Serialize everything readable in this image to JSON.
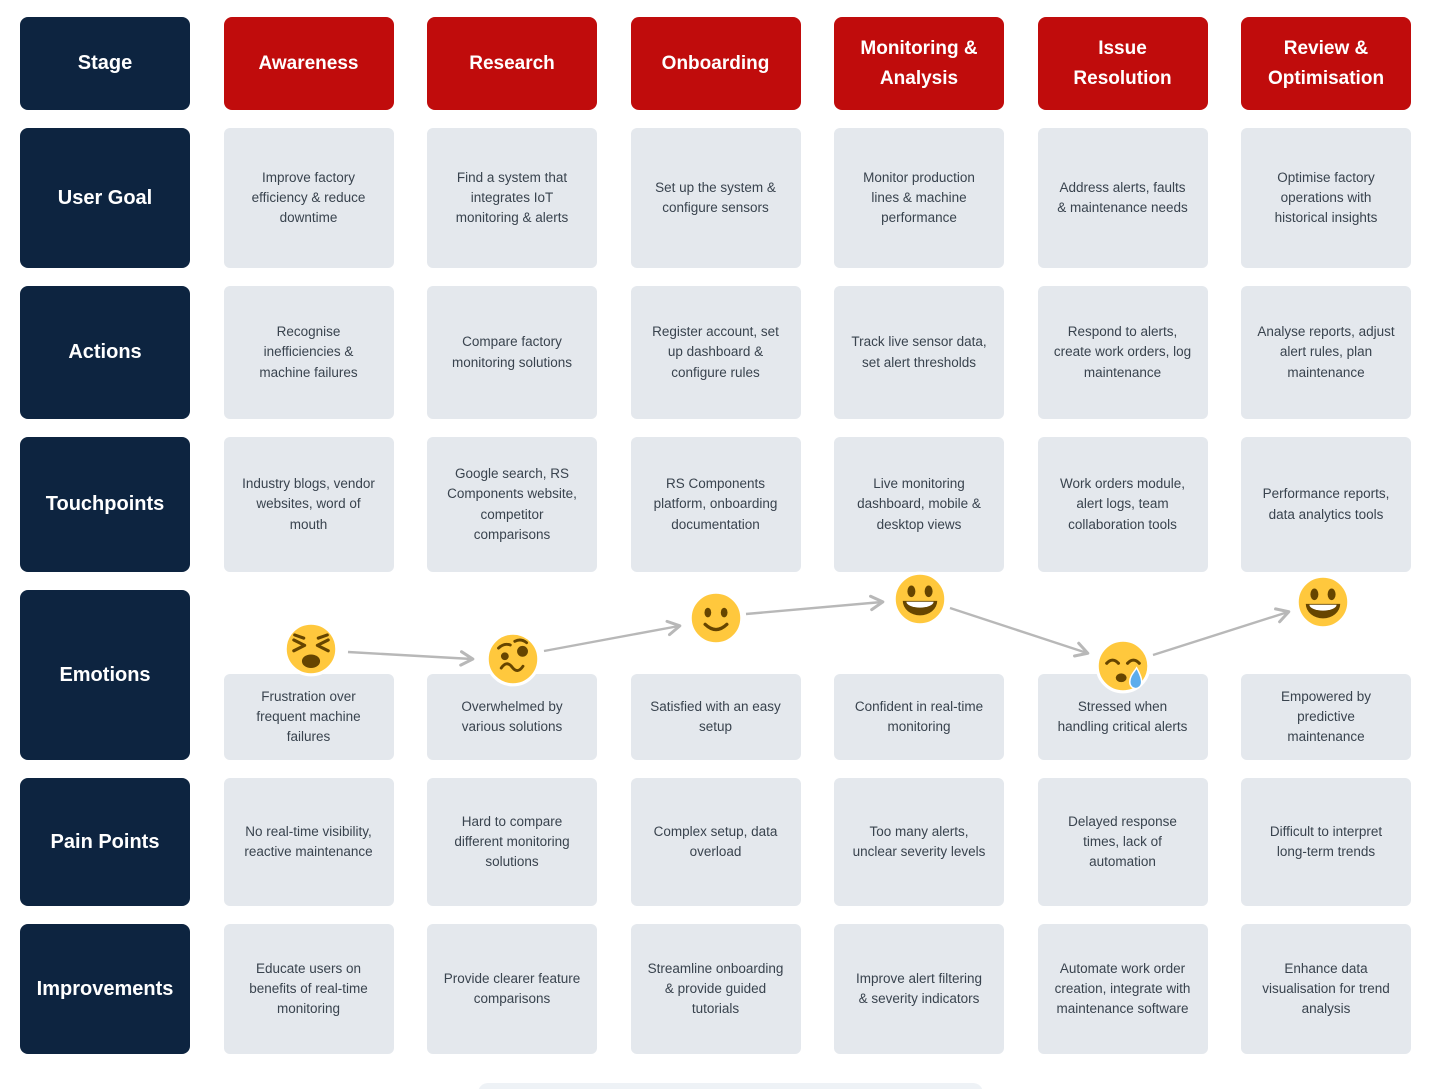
{
  "corner": {
    "label": "Stage"
  },
  "stages": [
    {
      "label": "Awareness"
    },
    {
      "label": "Research"
    },
    {
      "label": "Onboarding"
    },
    {
      "label": "Monitoring & Analysis"
    },
    {
      "label": "Issue Resolution"
    },
    {
      "label": "Review & Optimisation"
    }
  ],
  "rows": [
    {
      "label": "User Goal",
      "cells": [
        "Improve factory efficiency & reduce downtime",
        "Find a system that integrates IoT monitoring & alerts",
        "Set up the system & configure sensors",
        "Monitor production lines & machine performance",
        "Address alerts, faults & maintenance needs",
        "Optimise factory operations with historical insights"
      ]
    },
    {
      "label": "Actions",
      "cells": [
        "Recognise inefficiencies & machine failures",
        "Compare factory monitoring solutions",
        "Register account, set up dashboard & configure rules",
        "Track live sensor data, set alert thresholds",
        "Respond to alerts, create work orders, log maintenance",
        "Analyse reports, adjust alert rules, plan maintenance"
      ]
    },
    {
      "label": "Touchpoints",
      "cells": [
        "Industry blogs, vendor websites, word of mouth",
        "Google search, RS Components website, competitor comparisons",
        "RS Components platform, onboarding documentation",
        "Live monitoring dashboard, mobile & desktop views",
        "Work orders module, alert logs, team collaboration tools",
        "Performance reports, data analytics tools"
      ]
    },
    {
      "label": "Emotions",
      "cells": [
        "Frustration over frequent machine failures",
        "Overwhelmed by various solutions",
        "Satisfied with an easy setup",
        "Confident in real-time monitoring",
        "Stressed when handling critical alerts",
        "Empowered by predictive maintenance"
      ]
    },
    {
      "label": "Pain Points",
      "cells": [
        "No real-time visibility, reactive maintenance",
        "Hard to compare different monitoring solutions",
        "Complex setup, data overload",
        "Too many alerts, unclear severity levels",
        "Delayed response times, lack of automation",
        "Difficult to interpret long-term trends"
      ]
    },
    {
      "label": "Improvements",
      "cells": [
        "Educate users on benefits of real-time monitoring",
        "Provide clearer feature comparisons",
        "Streamline onboarding & provide guided tutorials",
        "Improve alert filtering & severity indicators",
        "Automate work order creation, integrate with maintenance software",
        "Enhance data visualisation for trend analysis"
      ]
    }
  ],
  "emotion_curve": {
    "emojis": [
      {
        "stage": "Awareness",
        "icon": "weary-face",
        "glyph": "😫",
        "level": "low"
      },
      {
        "stage": "Research",
        "icon": "woozy-face",
        "glyph": "🥴",
        "level": "low"
      },
      {
        "stage": "Onboarding",
        "icon": "slightly-smiling-face",
        "glyph": "🙂",
        "level": "mid-high"
      },
      {
        "stage": "Monitoring & Analysis",
        "icon": "grinning-face",
        "glyph": "😀",
        "level": "high"
      },
      {
        "stage": "Issue Resolution",
        "icon": "crying-face",
        "glyph": "😢",
        "level": "low"
      },
      {
        "stage": "Review & Optimisation",
        "icon": "grinning-face",
        "glyph": "😀",
        "level": "high"
      }
    ]
  },
  "colors": {
    "header_navy": "#0d2440",
    "stage_red": "#c00c0c",
    "cell_gray": "#e4e8ed",
    "cell_text": "#39434e",
    "arrow_gray": "#b8b8b8",
    "emoji_yellow": "#ffc83d",
    "emoji_feature_brown": "#664500",
    "tear_blue": "#5dadec"
  }
}
